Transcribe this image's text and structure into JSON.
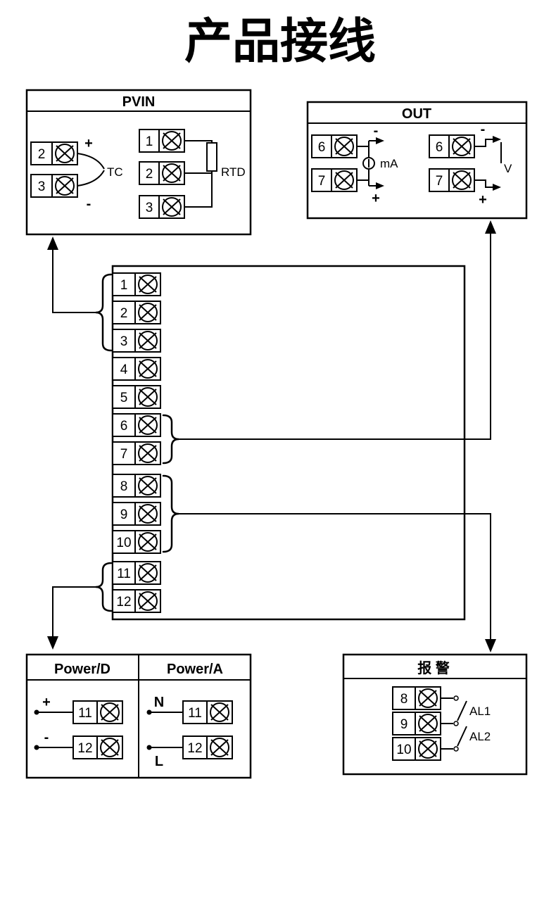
{
  "title": "产品接线",
  "pvin": {
    "title": "PVIN",
    "tc": {
      "terminal_2": "2",
      "terminal_3": "3",
      "plus": "+",
      "minus": "-",
      "label": "TC"
    },
    "rtd": {
      "terminal_1": "1",
      "terminal_2": "2",
      "terminal_3": "3",
      "label": "RTD"
    }
  },
  "out": {
    "title": "OUT",
    "ma": {
      "terminal_6": "6",
      "terminal_7": "7",
      "minus": "-",
      "plus": "+",
      "label": "mA"
    },
    "v": {
      "terminal_6": "6",
      "terminal_7": "7",
      "minus": "-",
      "plus": "+",
      "label": "V"
    }
  },
  "strip": {
    "terminals": [
      "1",
      "2",
      "3",
      "4",
      "5",
      "6",
      "7",
      "8",
      "9",
      "10",
      "11",
      "12"
    ]
  },
  "power": {
    "d": {
      "title": "Power/D",
      "plus": "+",
      "minus": "-",
      "terminal_11": "11",
      "terminal_12": "12"
    },
    "a": {
      "title": "Power/A",
      "n": "N",
      "l": "L",
      "terminal_11": "11",
      "terminal_12": "12"
    }
  },
  "alarm": {
    "title": "报  警",
    "terminal_8": "8",
    "terminal_9": "9",
    "terminal_10": "10",
    "al1": "AL1",
    "al2": "AL2"
  }
}
